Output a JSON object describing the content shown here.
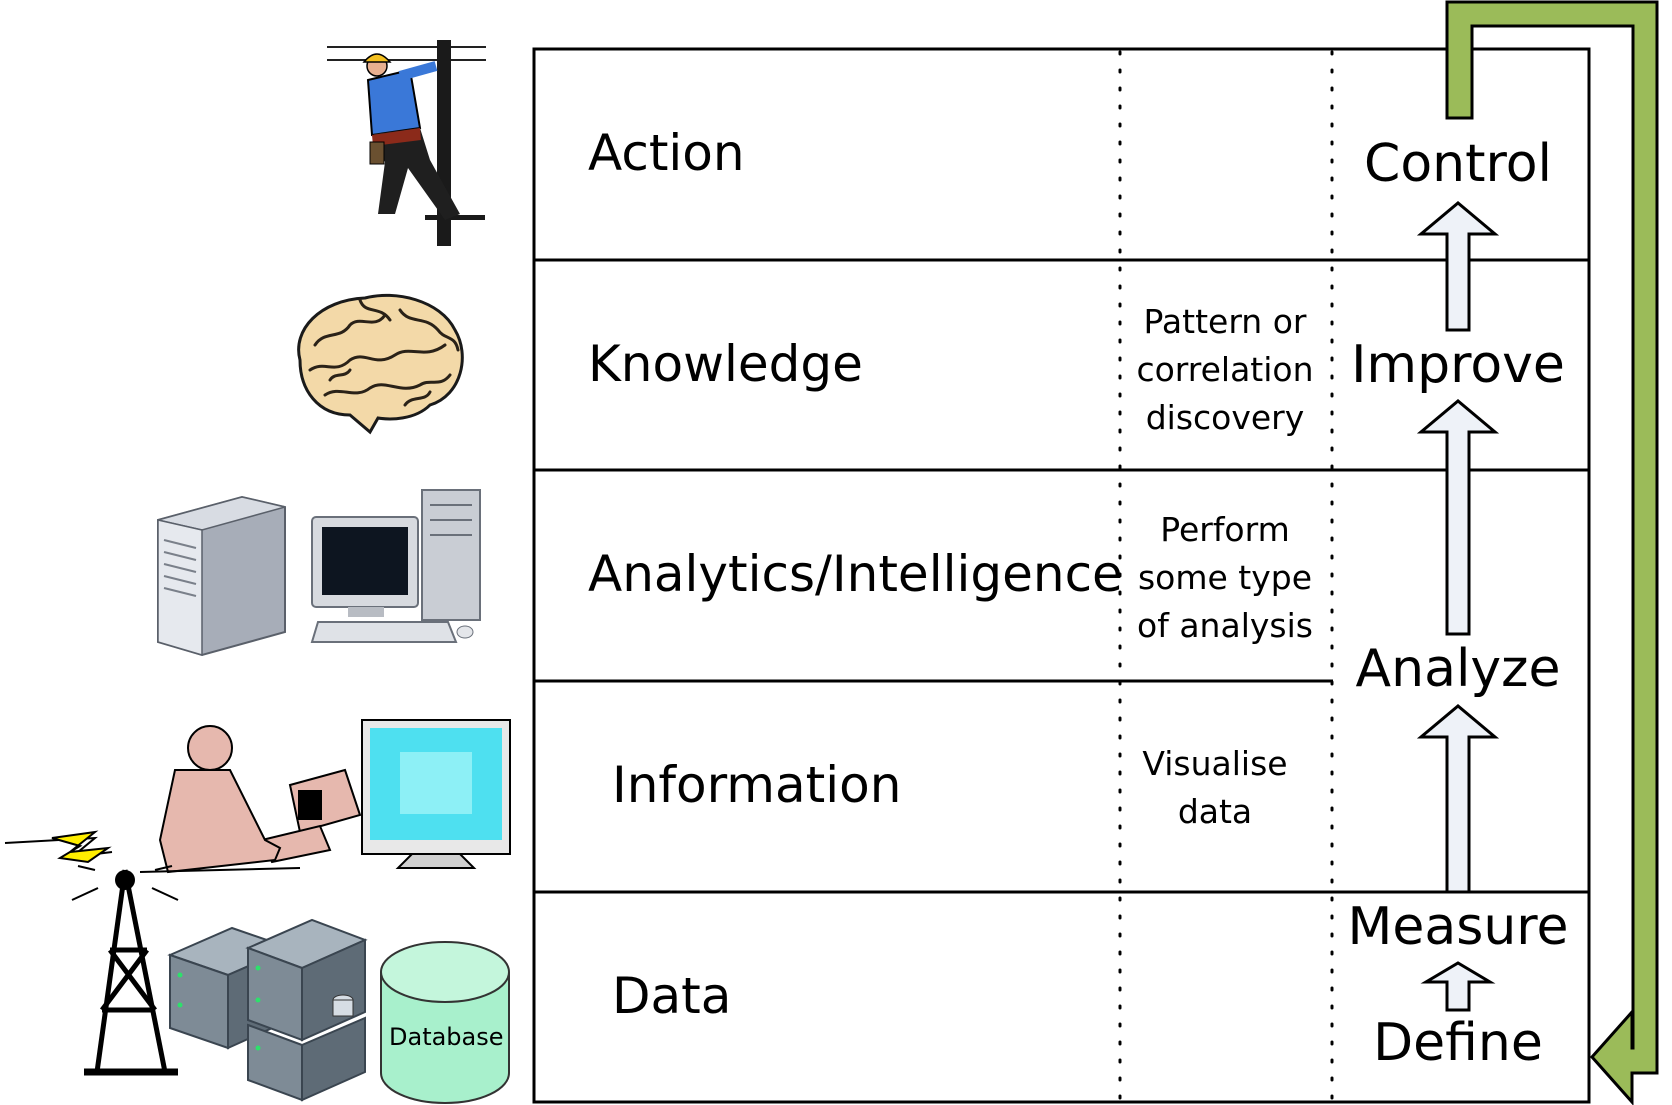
{
  "levels": [
    {
      "name": "Action"
    },
    {
      "name": "Knowledge",
      "description": "Pattern or correlation discovery"
    },
    {
      "name": "Analytics/Intelligence",
      "description": "Perform some type of analysis"
    },
    {
      "name": "Information",
      "description": "Visualise data"
    },
    {
      "name": "Data"
    }
  ],
  "steps": {
    "control": "Control",
    "improve": "Improve",
    "analyze": "Analyze",
    "measure": "Measure",
    "define": "Define"
  },
  "icons": {
    "lineman": "utility-lineman-icon",
    "brain": "brain-icon",
    "computers": "server-and-desktop-computer-icon",
    "operator": "person-at-computer-icon",
    "tower": "radio-tower-icon",
    "servers": "server-rack-icon",
    "database_label": "Database"
  },
  "colors": {
    "feedback_arrow": "#9bbb59",
    "feedback_arrow_border": "#000000",
    "step_arrow_fill": "#eef2f8",
    "database": "#a8f0cc",
    "monitor_screen": "#4ee0f0"
  }
}
